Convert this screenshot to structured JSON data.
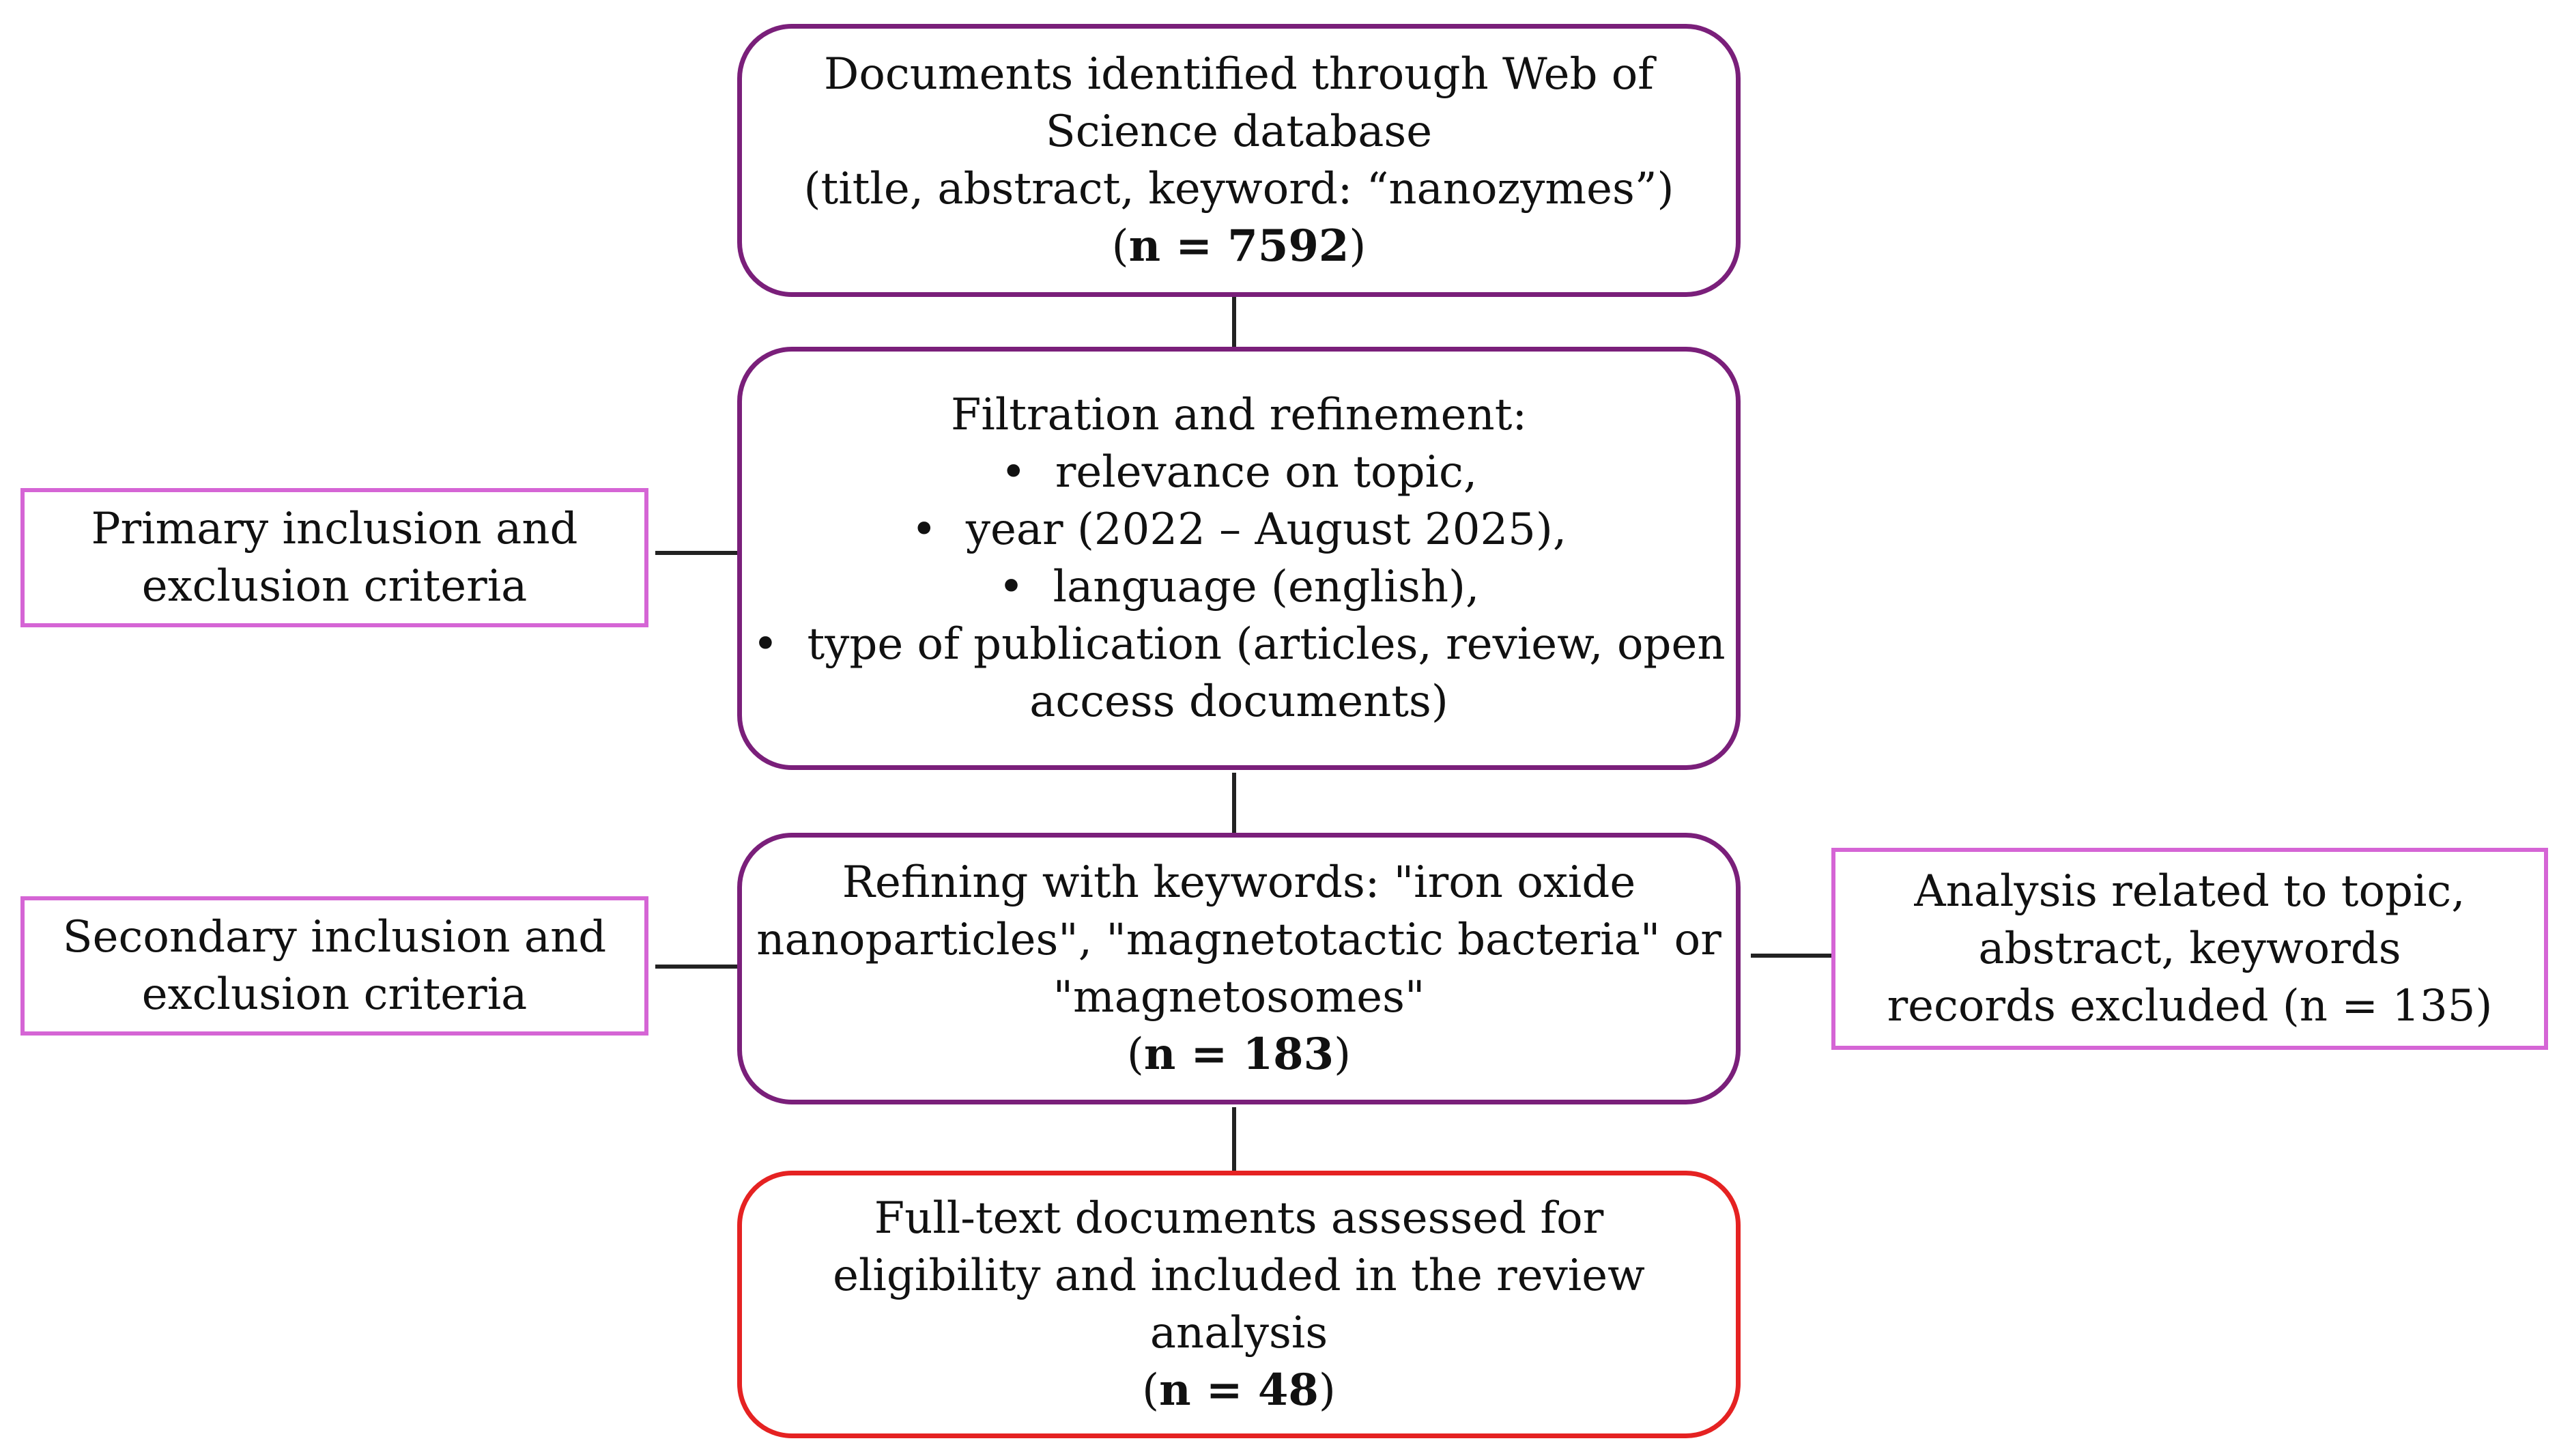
{
  "colors": {
    "main_border": "#7a1f7a",
    "side_border": "#d565d5",
    "final_border": "#e52222",
    "arrow": "#222222"
  },
  "box1": {
    "line1": "Documents identified through Web of",
    "line2": "Science database",
    "line3": "(title, abstract, keyword: “nanozymes”)",
    "count": "n = 7592"
  },
  "box2": {
    "heading": "Filtration and refinement:",
    "bullet_char": "•",
    "item1": "relevance on topic,",
    "item2": "year (2022 – August 2025),",
    "item3": "language (english),",
    "item4_line1": "type of publication (articles, review, open",
    "item4_line2": "access documents)"
  },
  "box3": {
    "line1": "Refining with keywords: \"iron oxide",
    "line2": "nanoparticles\", \"magnetotactic bacteria\" or",
    "line3": "\"magnetosomes\"",
    "count": "n = 183"
  },
  "box4": {
    "line1": "Full-text documents assessed for",
    "line2": "eligibility and included in the review",
    "line3": "analysis",
    "count": "n = 48"
  },
  "primary": {
    "line1": "Primary inclusion and",
    "line2": "exclusion criteria"
  },
  "secondary": {
    "line1": "Secondary inclusion and",
    "line2": "exclusion criteria"
  },
  "excluded": {
    "line1": "Analysis related to topic,",
    "line2": "abstract, keywords",
    "line3": "records excluded (n = 135)"
  }
}
